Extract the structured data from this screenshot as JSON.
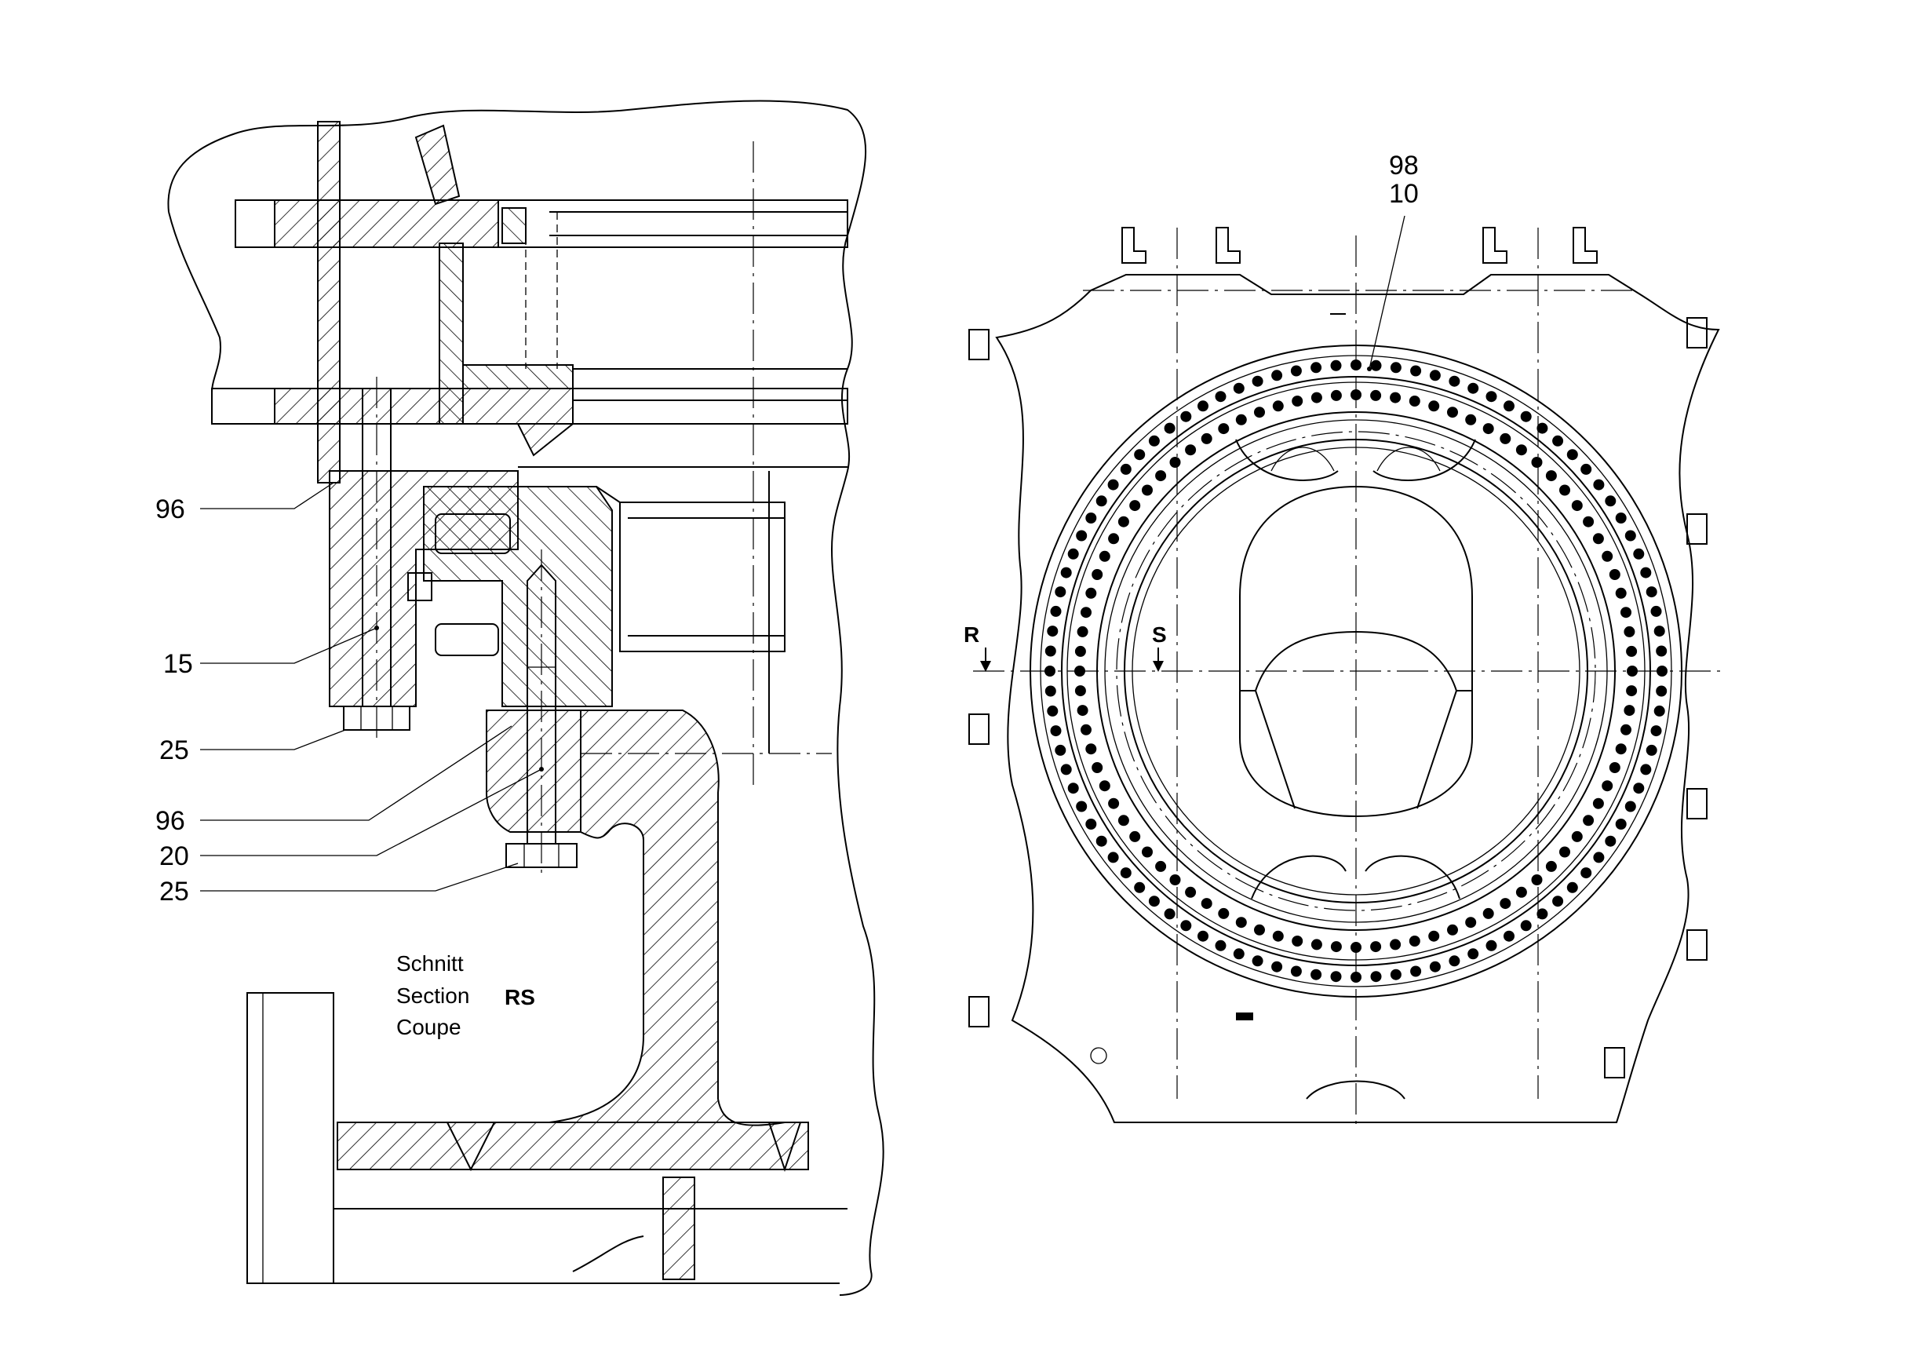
{
  "section_view": {
    "callouts": [
      {
        "id": "c96a",
        "text": "96"
      },
      {
        "id": "c15",
        "text": "15"
      },
      {
        "id": "c25a",
        "text": "25"
      },
      {
        "id": "c96b",
        "text": "96"
      },
      {
        "id": "c20",
        "text": "20"
      },
      {
        "id": "c25b",
        "text": "25"
      }
    ],
    "caption": {
      "line1": "Schnitt",
      "line2": "Section",
      "line3": "Coupe",
      "tag": "RS"
    }
  },
  "plan_view": {
    "callout_top": "98",
    "callout_bottom": "10",
    "marker_r": "R",
    "marker_s": "S"
  }
}
